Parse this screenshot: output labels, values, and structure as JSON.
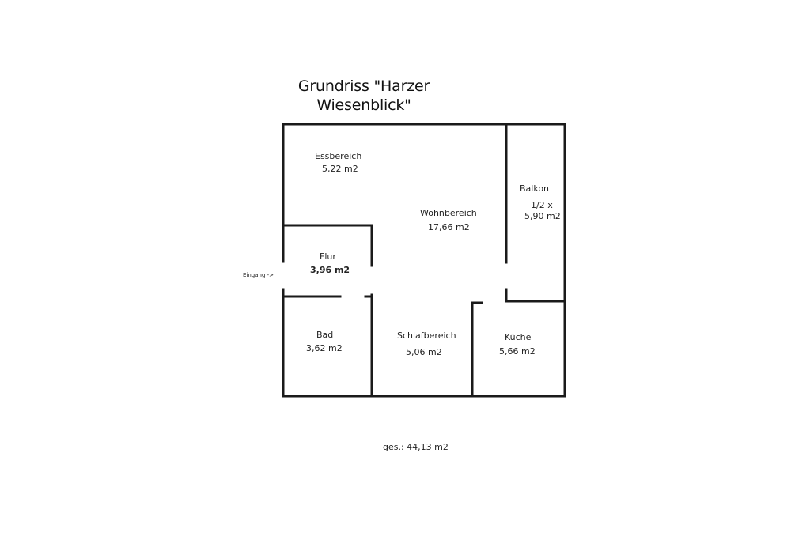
{
  "title": {
    "line1": "Grundriss \"Harzer",
    "line2": "Wiesenblick\""
  },
  "rooms": {
    "essbereich": {
      "name": "Essbereich",
      "area": "5,22 m2"
    },
    "wohnbereich": {
      "name": "Wohnbereich",
      "area": "17,66 m2"
    },
    "balkon": {
      "name": "Balkon",
      "factor": "1/2 x",
      "area": "5,90 m2"
    },
    "flur": {
      "name": "Flur",
      "area": "3,96 m2"
    },
    "bad": {
      "name": "Bad",
      "area": "3,62 m2"
    },
    "schlafbereich": {
      "name": "Schlafbereich",
      "area": "5,06 m2"
    },
    "kueche": {
      "name": "Küche",
      "area": "5,66 m2"
    }
  },
  "entrance": "Eingang ->",
  "total": "ges.: 44,13 m2",
  "colors": {
    "walls": "#1a1a1a",
    "background": "#ffffff"
  }
}
